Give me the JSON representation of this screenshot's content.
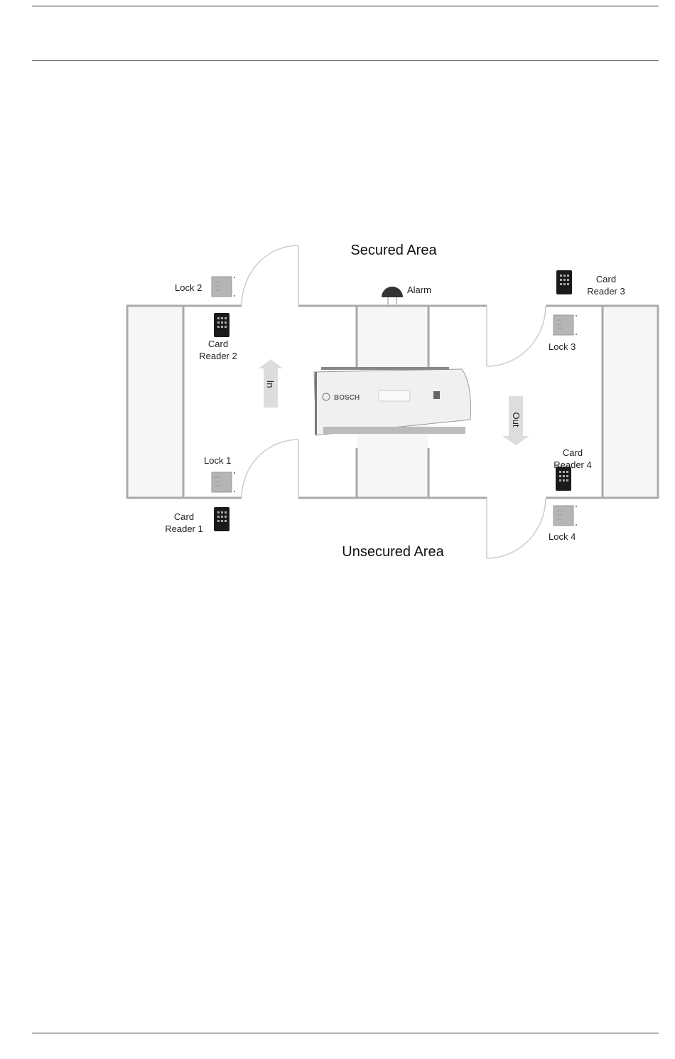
{
  "diagram": {
    "secured_area": "Secured Area",
    "unsecured_area": "Unsecured Area",
    "alarm": "Alarm",
    "in_arrow": "In",
    "out_arrow": "Out",
    "controller_brand": "BOSCH",
    "lock1": "Lock 1",
    "lock2": "Lock 2",
    "lock3": "Lock 3",
    "lock4": "Lock 4",
    "reader_word": "Card",
    "reader1": "Reader 1",
    "reader2": "Reader 2",
    "reader3": "Reader 3",
    "reader4": "Reader 4"
  }
}
